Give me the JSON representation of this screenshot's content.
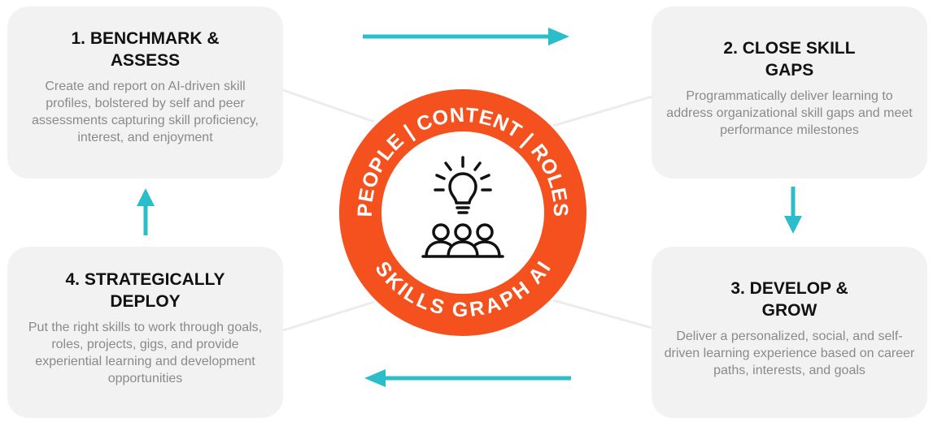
{
  "colors": {
    "card_bg": "#f2f2f2",
    "arrow": "#2bbdc9",
    "ring": "#f4511e",
    "title_text": "#111111",
    "desc_text": "#8a8a8a"
  },
  "hub": {
    "top_text": "PEOPLE | CONTENT | ROLES",
    "bottom_text": "SKILLS GRAPH AI",
    "icon": "lightbulb-people-icon"
  },
  "steps": [
    {
      "title": "1. BENCHMARK & ASSESS",
      "description": "Create and report on AI-driven skill profiles, bolstered by self and peer assessments capturing skill proficiency, interest, and enjoyment"
    },
    {
      "title": "2. CLOSE SKILL GAPS",
      "description": "Programmatically deliver learning to address organizational skill gaps and meet performance milestones"
    },
    {
      "title": "3. DEVELOP & GROW",
      "description": "Deliver a personalized, social, and self-driven learning experience based on career paths, interests, and goals"
    },
    {
      "title": "4. STRATEGICALLY DEPLOY",
      "description": "Put the right skills to work through goals, roles, projects, gigs, and provide experiential learning and development opportunities"
    }
  ],
  "arrows": [
    {
      "icon": "arrow-right-icon"
    },
    {
      "icon": "arrow-down-icon"
    },
    {
      "icon": "arrow-left-icon"
    },
    {
      "icon": "arrow-up-icon"
    }
  ]
}
